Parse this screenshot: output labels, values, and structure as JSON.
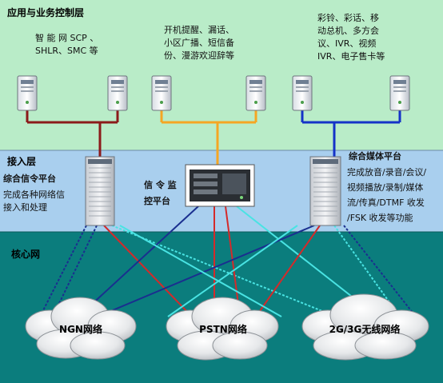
{
  "layers": {
    "application": "应用与业务控制层",
    "access": "接入层",
    "core": "核心网"
  },
  "app_groups": [
    {
      "text": "智 能 网  SCP 、\nSHLR、SMC 等"
    },
    {
      "text": "开机提醒、漏话、\n小区广播、短信备\n份、漫游欢迎辞等"
    },
    {
      "text": "彩铃、彩话、移\n动总机、多方会\n议、IVR、视频\nIVR、电子售卡等"
    }
  ],
  "platforms": {
    "signaling": {
      "title": "综合信令平台",
      "desc": "完成各种网络信\n接入和处理"
    },
    "monitor": {
      "title": "信 令 监\n控平台"
    },
    "media": {
      "title": "综合媒体平台",
      "desc": "完成放音/录音/会议/\n视频播放/录制/媒体\n流/传真/DTMF 收发\n/FSK 收发等功能"
    }
  },
  "networks": {
    "ngn": "NGN网络",
    "pstn": "PSTN网络",
    "wireless": "2G/3G无线网络"
  },
  "colors": {
    "app_bg": "#b9ecc8",
    "access_bg": "#a9cfee",
    "core_bg": "#0b7d7d",
    "bus_left": "#8b1a1a",
    "bus_mid": "#f5a623",
    "bus_right": "#1432c8",
    "link_red": "#d42a2a",
    "link_navy": "#1a2f8f",
    "link_cyan": "#49e3e3"
  }
}
